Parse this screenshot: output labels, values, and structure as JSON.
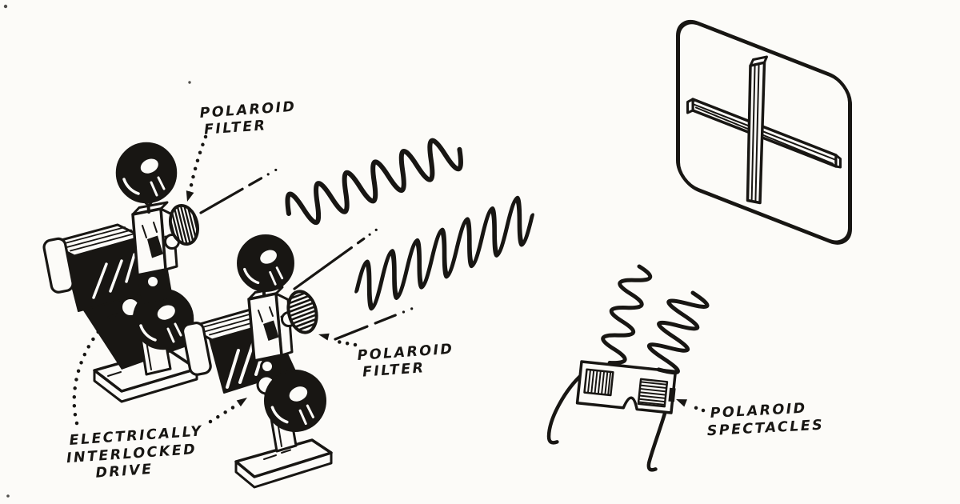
{
  "colors": {
    "ink": "#181613",
    "paper": "#fcfbf8"
  },
  "labels": {
    "filter_top": {
      "line1": "POLAROID",
      "line2": "FILTER"
    },
    "filter_front": {
      "line1": "POLAROID",
      "line2": "FILTER"
    },
    "drive": {
      "line1": "ELECTRICALLY",
      "line2": "INTERLOCKED",
      "line3": "DRIVE"
    },
    "spectacles": {
      "line1": "POLAROID",
      "line2": "SPECTACLES"
    }
  }
}
